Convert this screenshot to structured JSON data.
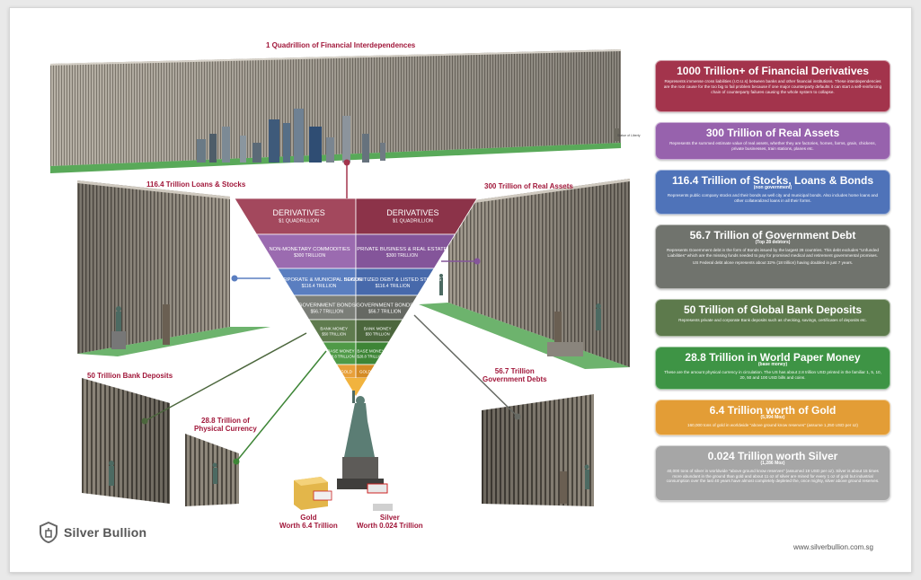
{
  "labels": {
    "top_wall": "1 Quadrillion of Financial Interdependences",
    "statue_small": "Statue of Liberty",
    "loans_stocks": "116.4 Trillion Loans & Stocks",
    "real_assets": "300 Trillion of Real Assets",
    "bank_deposits": "50 Trillion Bank Deposits",
    "physical_currency_1": "28.8 Trillion of",
    "physical_currency_2": "Physical Currency",
    "gov_debts_1": "56.7 Trillion",
    "gov_debts_2": "Government Debts",
    "gold_1": "Gold",
    "gold_2": "Worth 6.4 Trillion",
    "silver_1": "Silver",
    "silver_2": "Worth 0.024 Trillion"
  },
  "pyramid": {
    "rows": [
      {
        "left_1": "DERIVATIVES",
        "left_2": "$1 QUADRILLION",
        "right_1": "DERIVATIVES",
        "right_2": "$1 QUADRILLION",
        "left_color": "#a3485d",
        "right_color": "#8c3349"
      },
      {
        "left_1": "NON-MONETARY COMMODITIES",
        "left_2": "$300 TRILLION",
        "right_1": "PRIVATE BUSINESS & REAL ESTATE",
        "right_2": "$300 TRILLION",
        "left_color": "#9b6bb0",
        "right_color": "#84559a"
      },
      {
        "left_1": "CORPORATE & MUNICIPAL BONDS",
        "left_2": "$116.4 TRILLION",
        "right_1": "SECURITIZED DEBT & LISTED STOCKS",
        "right_2": "$116.4 TRILLION",
        "left_color": "#5a7ec0",
        "right_color": "#4769ab"
      },
      {
        "left_1": "GOVERNMENT BONDS",
        "left_2": "$56.7 TRILLION",
        "right_1": "GOVERNMENT BONDS",
        "right_2": "$56.7 TRILLION",
        "left_color": "#7b7e78",
        "right_color": "#666963"
      },
      {
        "left_1": "BANK MONEY",
        "left_2": "$50 TRILLION",
        "right_1": "BANK MONEY",
        "right_2": "$50 TRILLION",
        "left_color": "#5f7b4e",
        "right_color": "#4c673d"
      },
      {
        "left_1": "BASE MONEY",
        "left_2": "$28.8 TRILLION",
        "right_1": "BASE MONEY",
        "right_2": "$28.8 TRILLION",
        "left_color": "#4f9a47",
        "right_color": "#3d8536"
      },
      {
        "left_1": "GOLD",
        "left_2": "",
        "right_1": "GOLD",
        "right_2": "",
        "left_color": "#e8a03a",
        "right_color": "#d48b25"
      }
    ]
  },
  "panels": [
    {
      "title": "1000 Trillion+ of Financial Derivatives",
      "sub": "",
      "desc": "Represents immense cross liabilities (I.O.U.s) between banks and other financial institutions. These interdependencies are the root cause for the too big to fail problem because if one major counterparty defaults it can start a self-reinforcing chain of counterparty failures causing the whole system to collapse.",
      "desc2": "",
      "color": "#a3344c"
    },
    {
      "title": "300 Trillion of Real Assets",
      "sub": "",
      "desc": "Represents the summed estimate value of real assets, whether they are factories, homes, farms, grain, chickens, private businesses, train stations, planes etc.",
      "desc2": "",
      "color": "#9762ad"
    },
    {
      "title": "116.4 Trillion of Stocks, Loans & Bonds",
      "sub": "(non government)",
      "desc": "Represents public company stocks and their bonds as well city and municipal bonds. Also includes home loans and other collateralized loans in all their forms.",
      "desc2": "",
      "color": "#4f73b9"
    },
    {
      "title": "56.7 Trillion of Government Debt",
      "sub": "(Top 28 debtors)",
      "desc": "Represents Government debt in the form of Bonds issued by the largest 28 countries. This debt excludes \"Unfunded Liabilities\" which are the missing funds needed to pay for promised medical and retirement governmental promises.",
      "desc2": "US Federal debt alone represents about 32% (18 trillion) having doubled in just 7 years.",
      "color": "#70736d"
    },
    {
      "title": "50 Trillion of Global Bank Deposits",
      "sub": "",
      "desc": "Represents private and corporate Bank deposits such as checking, savings, certificates of deposits etc.",
      "desc2": "",
      "color": "#5d7a4c"
    },
    {
      "title": "28.8 Trillion in World Paper Money",
      "sub": "(base money)",
      "desc": "These are the amount physical currency in circulation. The US has about 2.8 trillion USD printed in the familiar 1, 5, 10, 20, 50 and 100 USD bills and coins.",
      "desc2": "",
      "color": "#3e9445"
    },
    {
      "title": "6.4 Trillion worth of Gold",
      "sub": "(5,994 Moz)",
      "desc": "160,000 tons of gold in worldwide \"above ground know reserves\" (assume 1,250 USD per oz)",
      "desc2": "",
      "color": "#e39d36"
    },
    {
      "title": "0.024 Trillion worth Silver",
      "sub": "(1,286 Moz)",
      "desc": "40,000 tons of silver in worldwide \"above ground know reserves\" (assumed 19 USD per oz). Silver is about 15 times more abundant in the ground than gold and about 11 oz of silver are mined for every 1 oz of gold but industrial consumption over the last 40 years have almost completely depleted the, once mighty, silver above ground reserves.",
      "desc2": "",
      "color": "#a6a6a6"
    }
  ],
  "brand": {
    "name": "Silver Bullion",
    "website": "www.silverbullion.com.sg"
  },
  "colors": {
    "label_red": "#a1173a",
    "wall_light": "#bdb7ac",
    "wall_dark": "#5a554d",
    "green_strip": "#3c9a3c"
  }
}
